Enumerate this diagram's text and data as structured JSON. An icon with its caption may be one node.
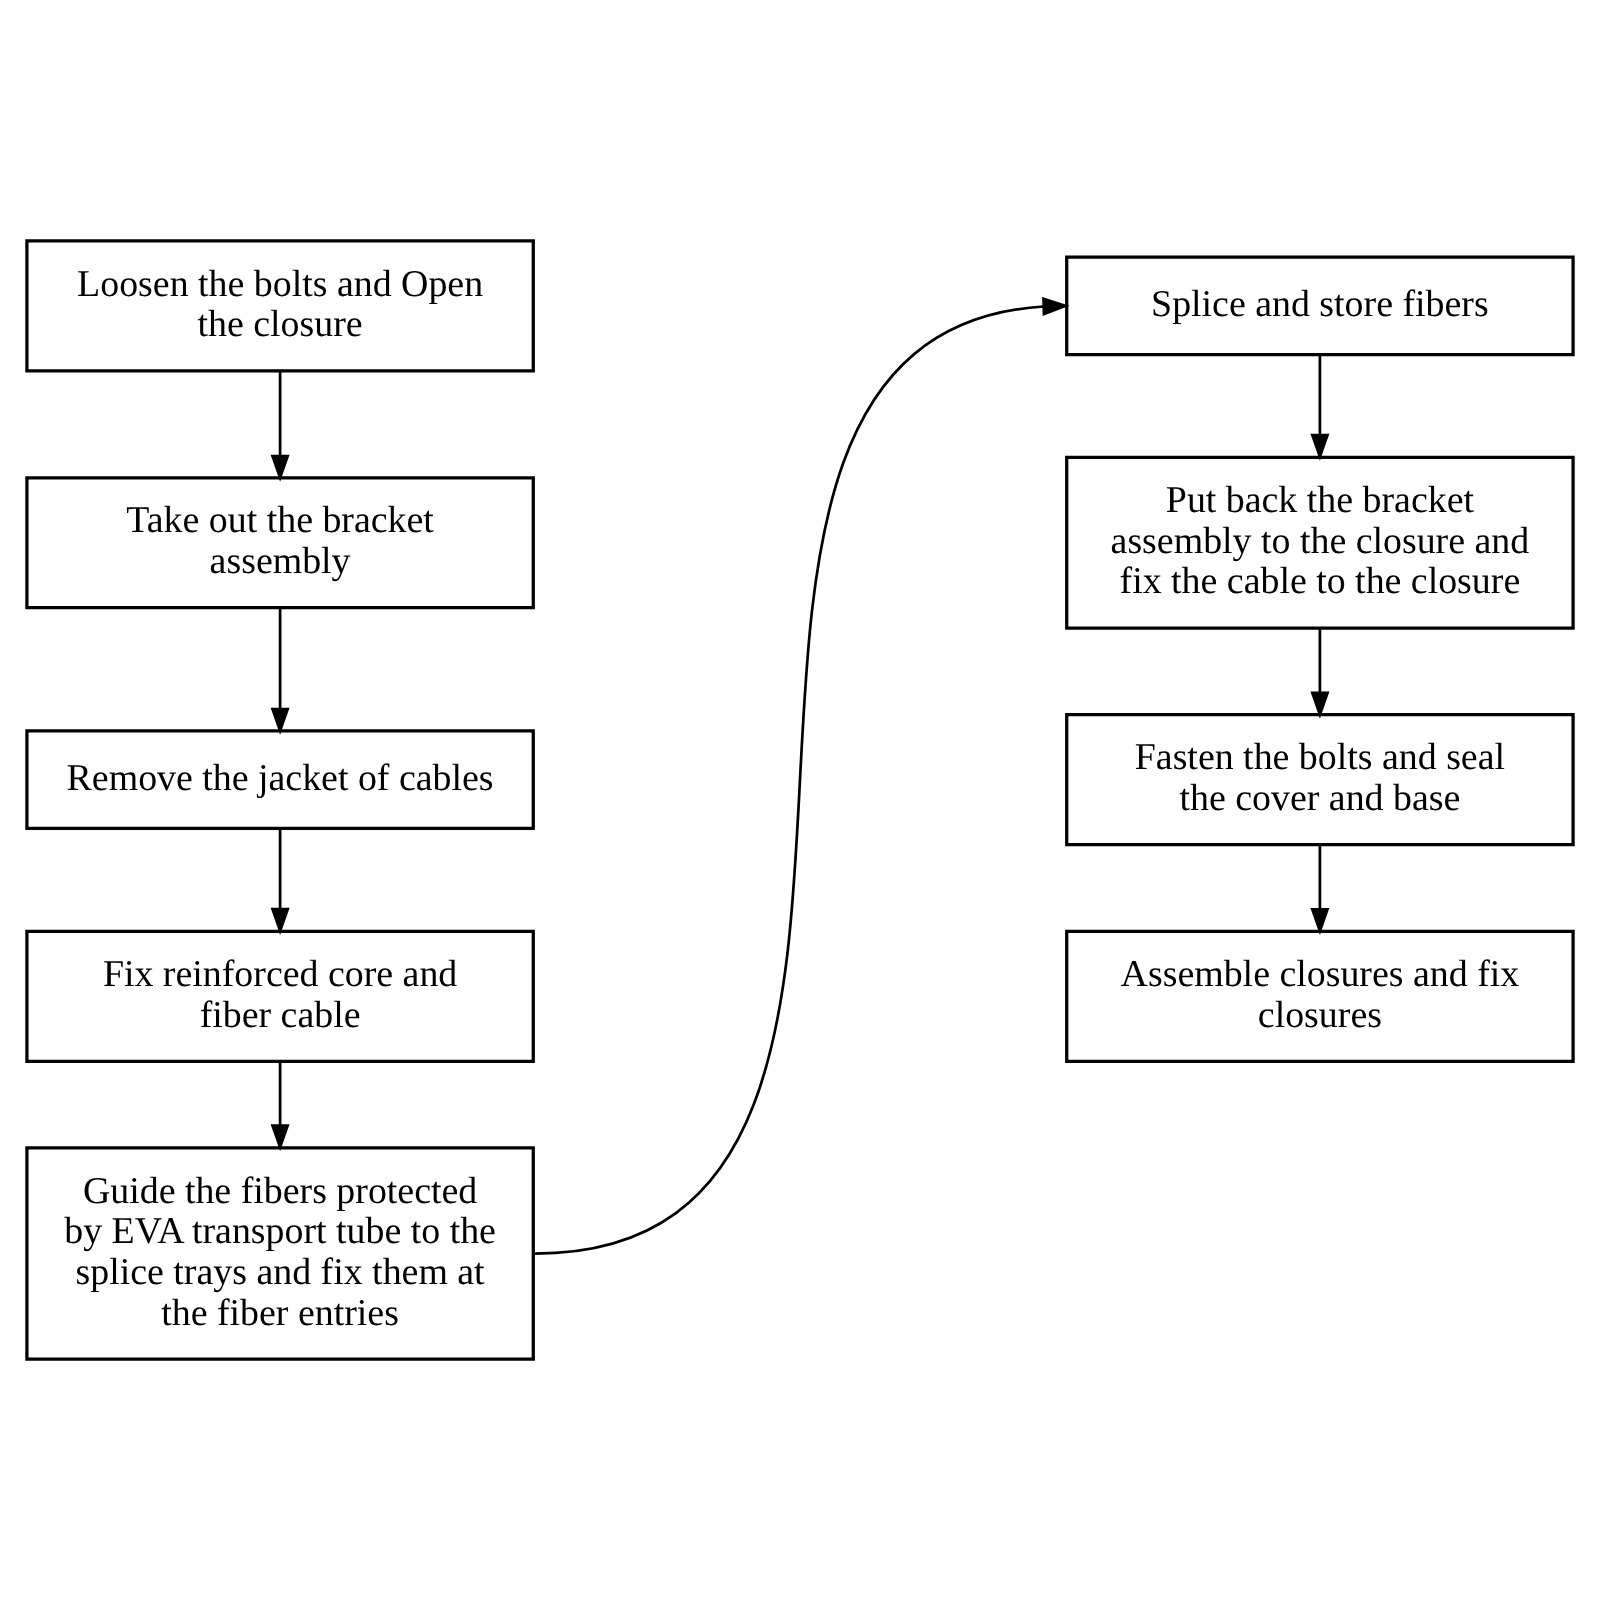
{
  "diagram": {
    "nodes": [
      {
        "text": [
          "Loosen the bolts and Open the closure"
        ]
      },
      {
        "text": [
          "Take out the bracket assembly"
        ]
      },
      {
        "text": [
          "Remove the jacket of cables"
        ]
      },
      {
        "text": [
          "Fix reinforced core and fiber cable"
        ]
      },
      {
        "text": [
          "Guide the fibers protected by EVA transport tube to the splice trays and fix them at the fiber entries"
        ]
      },
      {
        "text": [
          "Splice and store fibers"
        ]
      },
      {
        "text": [
          "Put back the bracket assembly to the closure and fix the cable to the closure"
        ]
      },
      {
        "text": [
          "Fasten the bolts and seal the cover and base"
        ]
      },
      {
        "text": [
          "Assemble closures and fix closures"
        ]
      }
    ],
    "edges": [
      {
        "from": 0,
        "to": 1,
        "arrow": "to"
      },
      {
        "from": 1,
        "to": 2,
        "arrow": "to"
      },
      {
        "from": 2,
        "to": 3,
        "arrow": "to"
      },
      {
        "from": 3,
        "to": 4,
        "arrow": "to"
      },
      {
        "from": 4,
        "to": 5,
        "arrow": "to"
      },
      {
        "from": 5,
        "to": 6,
        "arrow": "to"
      },
      {
        "from": 6,
        "to": 7,
        "arrow": "to"
      },
      {
        "from": 7,
        "to": 8,
        "arrow": "to"
      }
    ]
  }
}
